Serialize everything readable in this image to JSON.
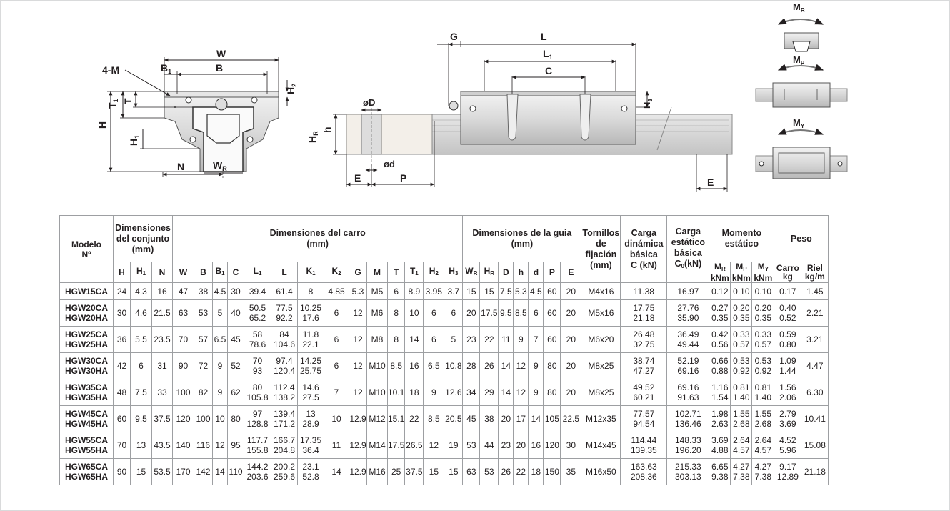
{
  "drawing": {
    "front": {
      "lbl_4m": "4-M",
      "lbl_w": "W",
      "lbl_b": "B",
      "lbl_b1": "B",
      "lbl_b1_sub": "1",
      "lbl_h2": "H",
      "lbl_h2_sub": "2",
      "lbl_t1": "T",
      "lbl_t1_sub": "1",
      "lbl_t": "T",
      "lbl_h": "H",
      "lbl_h1": "H",
      "lbl_h1_sub": "1",
      "lbl_n": "N",
      "lbl_wr": "W",
      "lbl_wr_sub": "R"
    },
    "side": {
      "lbl_g": "G",
      "lbl_l": "L",
      "lbl_l1": "L",
      "lbl_l1_sub": "1",
      "lbl_c": "C",
      "lbl_h3": "H",
      "lbl_h3_sub": "3",
      "lbl_od": "øD",
      "lbl_h": "h",
      "lbl_hr": "H",
      "lbl_hr_sub": "R",
      "lbl_sd": "ød",
      "lbl_e": "E",
      "lbl_p": "P",
      "lbl_e2": "E"
    },
    "moments": {
      "mr": "M",
      "mr_sub": "R",
      "mp": "M",
      "mp_sub": "P",
      "my": "M",
      "my_sub": "Y"
    }
  },
  "table": {
    "head": {
      "modelo": "Modelo",
      "modelo2": "Nº",
      "dim_conj": "Dimensiones del conjunto (mm)",
      "dim_carro": "Dimensiones del carro",
      "dim_carro_mm": "(mm)",
      "dim_guia": "Dimensiones de la guia",
      "dim_guia_mm": "(mm)",
      "tornillos": "Tornillos de fijación",
      "tornillos_mm": "(mm)",
      "carga_din": "Carga dinámica básica",
      "carga_din_u": "C (kN)",
      "carga_est": "Carga estático básica",
      "carga_est_u": "C",
      "carga_est_sub": "0",
      "carga_est_u2": "(kN)",
      "momento": "Momento estático",
      "peso": "Peso",
      "mr": "M",
      "mr_sub": "R",
      "mp": "M",
      "mp_sub": "P",
      "my": "M",
      "my_sub": "Y",
      "knm": "kNm",
      "carro": "Carro",
      "carro_u": "kg",
      "riel": "Riel",
      "riel_u": "kg/m",
      "cols": [
        {
          "t": "H",
          "s": ""
        },
        {
          "t": "H",
          "s": "1"
        },
        {
          "t": "N",
          "s": ""
        },
        {
          "t": "W",
          "s": ""
        },
        {
          "t": "B",
          "s": ""
        },
        {
          "t": "B",
          "s": "1"
        },
        {
          "t": "C",
          "s": ""
        },
        {
          "t": "L",
          "s": "1"
        },
        {
          "t": "L",
          "s": ""
        },
        {
          "t": "K",
          "s": "1"
        },
        {
          "t": "K",
          "s": "2"
        },
        {
          "t": "G",
          "s": ""
        },
        {
          "t": "M",
          "s": ""
        },
        {
          "t": "T",
          "s": ""
        },
        {
          "t": "T",
          "s": "1"
        },
        {
          "t": "H",
          "s": "2"
        },
        {
          "t": "H",
          "s": "3"
        },
        {
          "t": "W",
          "s": "R"
        },
        {
          "t": "H",
          "s": "R"
        },
        {
          "t": "D",
          "s": ""
        },
        {
          "t": "h",
          "s": ""
        },
        {
          "t": "d",
          "s": ""
        },
        {
          "t": "P",
          "s": ""
        },
        {
          "t": "E",
          "s": ""
        }
      ]
    },
    "rows": [
      {
        "m": [
          "HGW15CA"
        ],
        "v": [
          "24",
          "4.3",
          "16",
          "47",
          "38",
          "4.5",
          "30",
          [
            "39.4"
          ],
          [
            "61.4"
          ],
          [
            "8"
          ],
          "4.85",
          "5.3",
          "M5",
          "6",
          "8.9",
          "3.95",
          "3.7",
          "15",
          "15",
          "7.5",
          "5.3",
          "4.5",
          "60",
          "20",
          "M4x16",
          [
            "11.38"
          ],
          [
            "16.97"
          ],
          [
            "0.12"
          ],
          [
            "0.10"
          ],
          [
            "0.10"
          ],
          [
            "0.17"
          ],
          "1.45"
        ]
      },
      {
        "m": [
          "HGW20CA",
          "HGW20HA"
        ],
        "v": [
          "30",
          "4.6",
          "21.5",
          "63",
          "53",
          "5",
          "40",
          [
            "50.5",
            "65.2"
          ],
          [
            "77.5",
            "92.2"
          ],
          [
            "10.25",
            "17.6"
          ],
          "6",
          "12",
          "M6",
          "8",
          "10",
          "6",
          "6",
          "20",
          "17.5",
          "9.5",
          "8.5",
          "6",
          "60",
          "20",
          "M5x16",
          [
            "17.75",
            "21.18"
          ],
          [
            "27.76",
            "35.90"
          ],
          [
            "0.27",
            "0.35"
          ],
          [
            "0.20",
            "0.35"
          ],
          [
            "0.20",
            "0.35"
          ],
          [
            "0.40",
            "0.52"
          ],
          "2.21"
        ]
      },
      {
        "m": [
          "HGW25CA",
          "HGW25HA"
        ],
        "v": [
          "36",
          "5.5",
          "23.5",
          "70",
          "57",
          "6.5",
          "45",
          [
            "58",
            "78.6"
          ],
          [
            "84",
            "104.6"
          ],
          [
            "11.8",
            "22.1"
          ],
          "6",
          "12",
          "M8",
          "8",
          "14",
          "6",
          "5",
          "23",
          "22",
          "11",
          "9",
          "7",
          "60",
          "20",
          "M6x20",
          [
            "26.48",
            "32.75"
          ],
          [
            "36.49",
            "49.44"
          ],
          [
            "0.42",
            "0.56"
          ],
          [
            "0.33",
            "0.57"
          ],
          [
            "0.33",
            "0.57"
          ],
          [
            "0.59",
            "0.80"
          ],
          "3.21"
        ]
      },
      {
        "m": [
          "HGW30CA",
          "HGW30HA"
        ],
        "v": [
          "42",
          "6",
          "31",
          "90",
          "72",
          "9",
          "52",
          [
            "70",
            "93"
          ],
          [
            "97.4",
            "120.4"
          ],
          [
            "14.25",
            "25.75"
          ],
          "6",
          "12",
          "M10",
          "8.5",
          "16",
          "6.5",
          "10.8",
          "28",
          "26",
          "14",
          "12",
          "9",
          "80",
          "20",
          "M8x25",
          [
            "38.74",
            "47.27"
          ],
          [
            "52.19",
            "69.16"
          ],
          [
            "0.66",
            "0.88"
          ],
          [
            "0.53",
            "0.92"
          ],
          [
            "0.53",
            "0.92"
          ],
          [
            "1.09",
            "1.44"
          ],
          "4.47"
        ]
      },
      {
        "m": [
          "HGW35CA",
          "HGW35HA"
        ],
        "v": [
          "48",
          "7.5",
          "33",
          "100",
          "82",
          "9",
          "62",
          [
            "80",
            "105.8"
          ],
          [
            "112.4",
            "138.2"
          ],
          [
            "14.6",
            "27.5"
          ],
          "7",
          "12",
          "M10",
          "10.1",
          "18",
          "9",
          "12.6",
          "34",
          "29",
          "14",
          "12",
          "9",
          "80",
          "20",
          "M8x25",
          [
            "49.52",
            "60.21"
          ],
          [
            "69.16",
            "91.63"
          ],
          [
            "1.16",
            "1.54"
          ],
          [
            "0.81",
            "1.40"
          ],
          [
            "0.81",
            "1.40"
          ],
          [
            "1.56",
            "2.06"
          ],
          "6.30"
        ]
      },
      {
        "m": [
          "HGW45CA",
          "HGW45HA"
        ],
        "v": [
          "60",
          "9.5",
          "37.5",
          "120",
          "100",
          "10",
          "80",
          [
            "97",
            "128.8"
          ],
          [
            "139.4",
            "171.2"
          ],
          [
            "13",
            "28.9"
          ],
          "10",
          "12.9",
          "M12",
          "15.1",
          "22",
          "8.5",
          "20.5",
          "45",
          "38",
          "20",
          "17",
          "14",
          "105",
          "22.5",
          "M12x35",
          [
            "77.57",
            "94.54"
          ],
          [
            "102.71",
            "136.46"
          ],
          [
            "1.98",
            "2.63"
          ],
          [
            "1.55",
            "2.68"
          ],
          [
            "1.55",
            "2.68"
          ],
          [
            "2.79",
            "3.69"
          ],
          "10.41"
        ]
      },
      {
        "m": [
          "HGW55CA",
          "HGW55HA"
        ],
        "v": [
          "70",
          "13",
          "43.5",
          "140",
          "116",
          "12",
          "95",
          [
            "117.7",
            "155.8"
          ],
          [
            "166.7",
            "204.8"
          ],
          [
            "17.35",
            "36.4"
          ],
          "11",
          "12.9",
          "M14",
          "17.5",
          "26.5",
          "12",
          "19",
          "53",
          "44",
          "23",
          "20",
          "16",
          "120",
          "30",
          "M14x45",
          [
            "114.44",
            "139.35"
          ],
          [
            "148.33",
            "196.20"
          ],
          [
            "3.69",
            "4.88"
          ],
          [
            "2.64",
            "4.57"
          ],
          [
            "2.64",
            "4.57"
          ],
          [
            "4.52",
            "5.96"
          ],
          "15.08"
        ]
      },
      {
        "m": [
          "HGW65CA",
          "HGW65HA"
        ],
        "v": [
          "90",
          "15",
          "53.5",
          "170",
          "142",
          "14",
          "110",
          [
            "144.2",
            "203.6"
          ],
          [
            "200.2",
            "259.6"
          ],
          [
            "23.1",
            "52.8"
          ],
          "14",
          "12.9",
          "M16",
          "25",
          "37.5",
          "15",
          "15",
          "63",
          "53",
          "26",
          "22",
          "18",
          "150",
          "35",
          "M16x50",
          [
            "163.63",
            "208.36"
          ],
          [
            "215.33",
            "303.13"
          ],
          [
            "6.65",
            "9.38"
          ],
          [
            "4.27",
            "7.38"
          ],
          [
            "4.27",
            "7.38"
          ],
          [
            "9.17",
            "12.89"
          ],
          "21.18"
        ]
      }
    ]
  }
}
